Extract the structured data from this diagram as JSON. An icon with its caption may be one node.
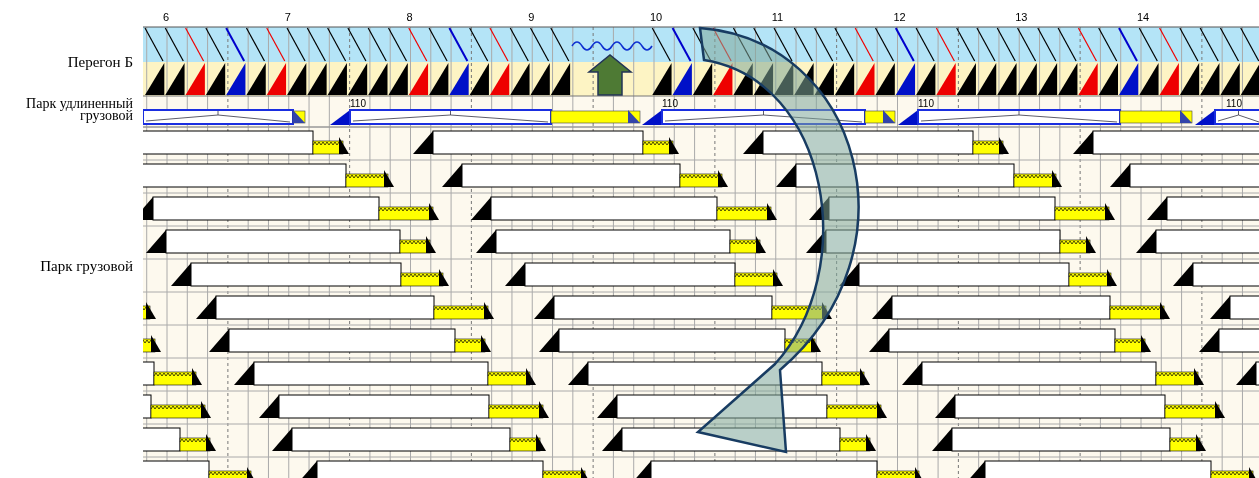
{
  "diagram": {
    "labels": [
      "6",
      "7",
      "8",
      "9",
      "10",
      "11",
      "12",
      "13",
      "14",
      "Перегон Б",
      "Парк удлиненный грузовой",
      "110",
      "110",
      "110",
      "110",
      "Парк грузовой"
    ]
  }
}
